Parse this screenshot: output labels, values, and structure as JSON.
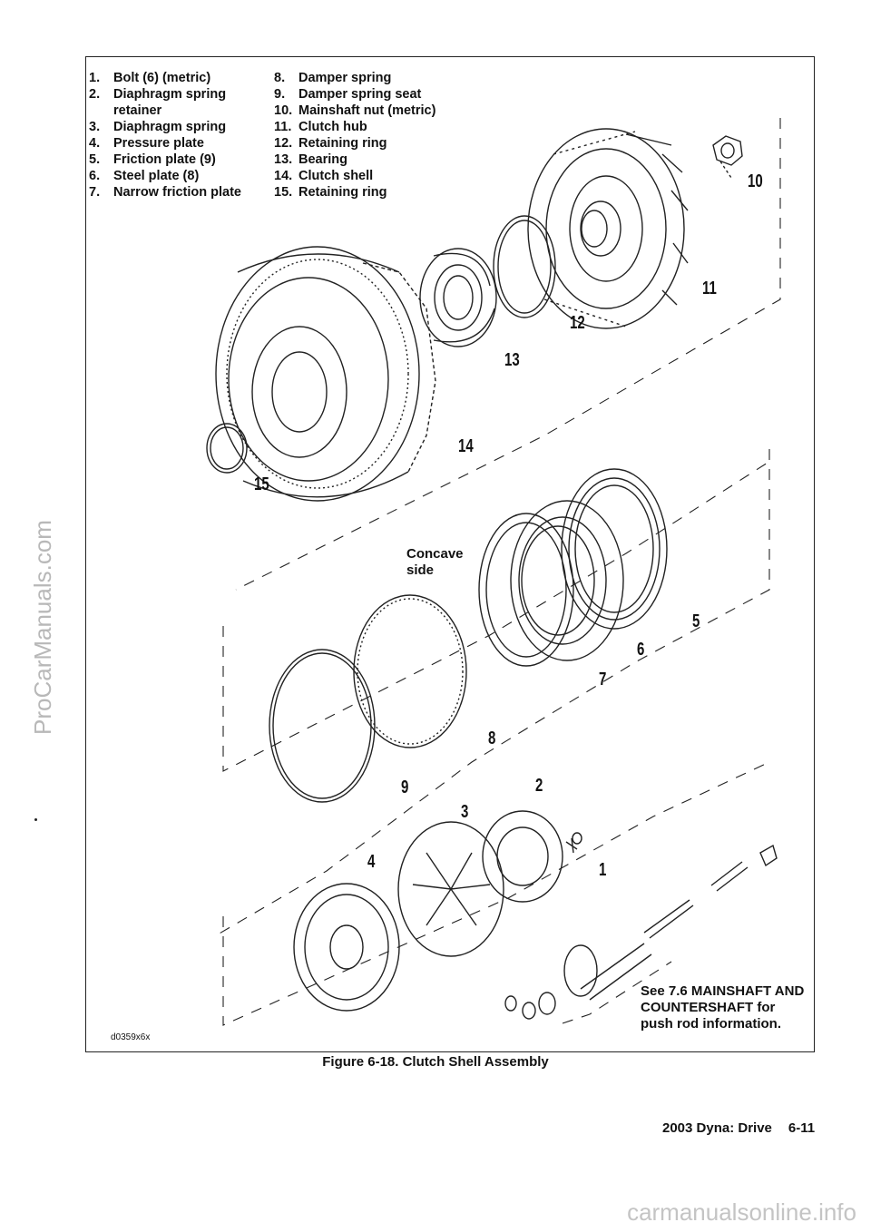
{
  "watermark_left": "ProCarManuals.com",
  "legend_left": [
    {
      "num": "1.",
      "text": "Bolt (6) (metric)"
    },
    {
      "num": "2.",
      "text": "Diaphragm spring"
    },
    {
      "num": "",
      "text": "retainer"
    },
    {
      "num": "3.",
      "text": "Diaphragm spring"
    },
    {
      "num": "4.",
      "text": "Pressure plate"
    },
    {
      "num": "5.",
      "text": "Friction plate (9)"
    },
    {
      "num": "6.",
      "text": "Steel plate (8)"
    },
    {
      "num": "7.",
      "text": "Narrow friction plate"
    }
  ],
  "legend_right": [
    {
      "num": "8.",
      "text": "Damper spring"
    },
    {
      "num": "9.",
      "text": "Damper spring seat"
    },
    {
      "num": "10.",
      "text": "Mainshaft nut (metric)"
    },
    {
      "num": "11.",
      "text": "Clutch hub"
    },
    {
      "num": "12.",
      "text": "Retaining ring"
    },
    {
      "num": "13.",
      "text": "Bearing"
    },
    {
      "num": "14.",
      "text": "Clutch shell"
    },
    {
      "num": "15.",
      "text": "Retaining ring"
    }
  ],
  "callouts": {
    "c1": "1",
    "c2": "2",
    "c3": "3",
    "c4": "4",
    "c5": "5",
    "c6": "6",
    "c7": "7",
    "c8": "8",
    "c9": "9",
    "c10": "10",
    "c11": "11",
    "c12": "12",
    "c13": "13",
    "c14": "14",
    "c15": "15"
  },
  "concave_label": {
    "line1": "Concave",
    "line2": "side"
  },
  "see_note": {
    "line1": "See 7.6 MAINSHAFT AND",
    "line2": "COUNTERSHAFT for",
    "line3": "push rod information."
  },
  "figure_id": "d0359x6x",
  "caption": "Figure 6-18. Clutch Shell Assembly",
  "footer": {
    "section": "2003 Dyna: Drive",
    "page": "6-11"
  },
  "site_watermark": "carmanualsonline.info"
}
